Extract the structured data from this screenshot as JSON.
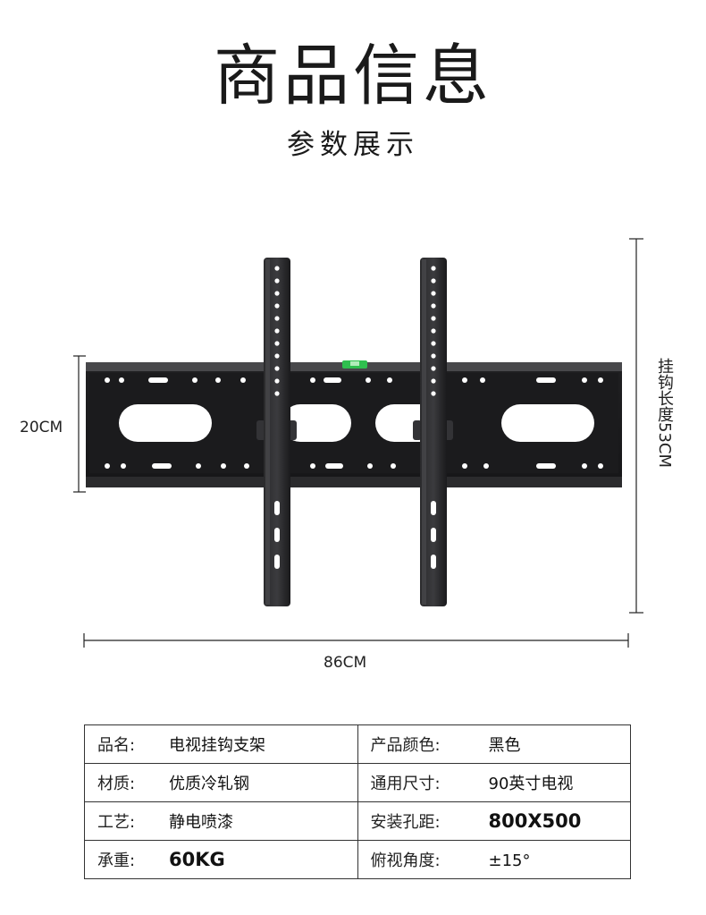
{
  "header": {
    "title": "商品信息",
    "subtitle": "参数展示"
  },
  "dimensions": {
    "height_label": "20CM",
    "width_label": "86CM",
    "hook_length_label": "挂钩长度53CM"
  },
  "specs": {
    "rows": [
      {
        "left_key": "品名:",
        "left_val": "电视挂钩支架",
        "right_key": "产品颜色:",
        "right_val": "黑色"
      },
      {
        "left_key": "材质:",
        "left_val": "优质冷轧钢",
        "right_key": "通用尺寸:",
        "right_val": "90英寸电视"
      },
      {
        "left_key": "工艺:",
        "left_val": "静电喷漆",
        "right_key": "安装孔距:",
        "right_val": "800X500"
      },
      {
        "left_key": "承重:",
        "left_val": "60KG",
        "right_key": "俯视角度:",
        "right_val": "±15°"
      }
    ]
  },
  "colors": {
    "bracket": "#1c1c1e",
    "level": "#2fbf4f"
  }
}
